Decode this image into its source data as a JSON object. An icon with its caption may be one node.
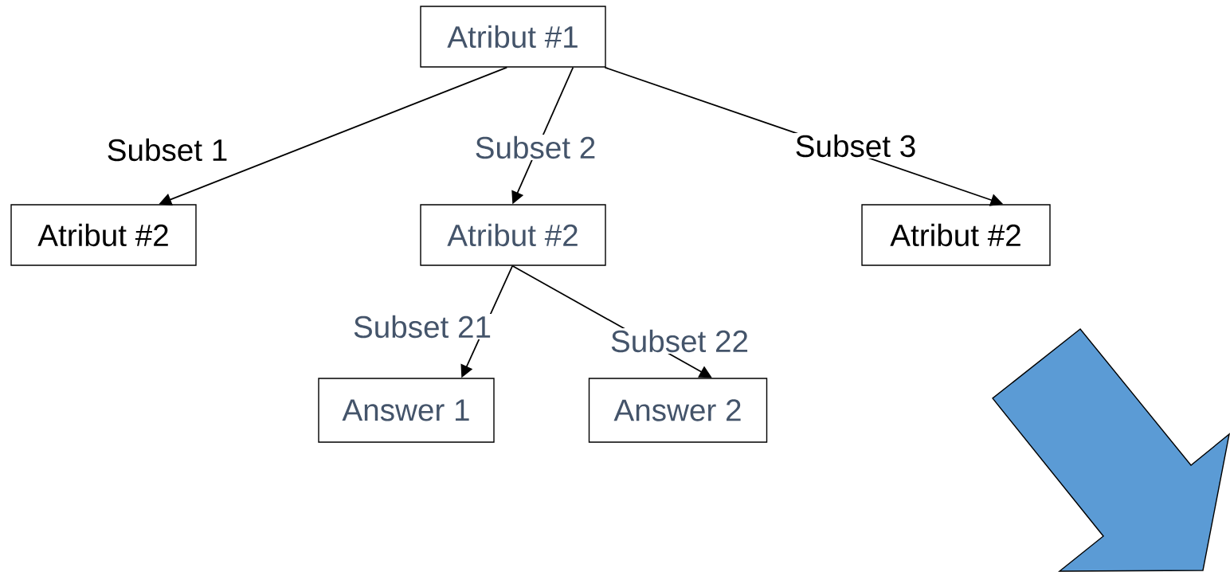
{
  "diagram": {
    "nodes": [
      {
        "text": [
          "Atribut #1"
        ]
      },
      {
        "text": [
          "Atribut #2"
        ]
      },
      {
        "text": [
          "Atribut #2"
        ]
      },
      {
        "text": [
          "Atribut #2"
        ]
      },
      {
        "text": [
          "Answer 1"
        ]
      },
      {
        "text": [
          "Answer 2"
        ]
      }
    ],
    "edges": [
      {
        "from": 0,
        "to": 1,
        "arrow": "to",
        "label": "Subset 1"
      },
      {
        "from": 0,
        "to": 2,
        "arrow": "to",
        "label": "Subset 2"
      },
      {
        "from": 0,
        "to": 3,
        "arrow": "to",
        "label": "Subset 3"
      },
      {
        "from": 2,
        "to": 4,
        "arrow": "to",
        "label": "Subset 21"
      },
      {
        "from": 2,
        "to": 5,
        "arrow": "to",
        "label": "Subset 22"
      }
    ]
  }
}
